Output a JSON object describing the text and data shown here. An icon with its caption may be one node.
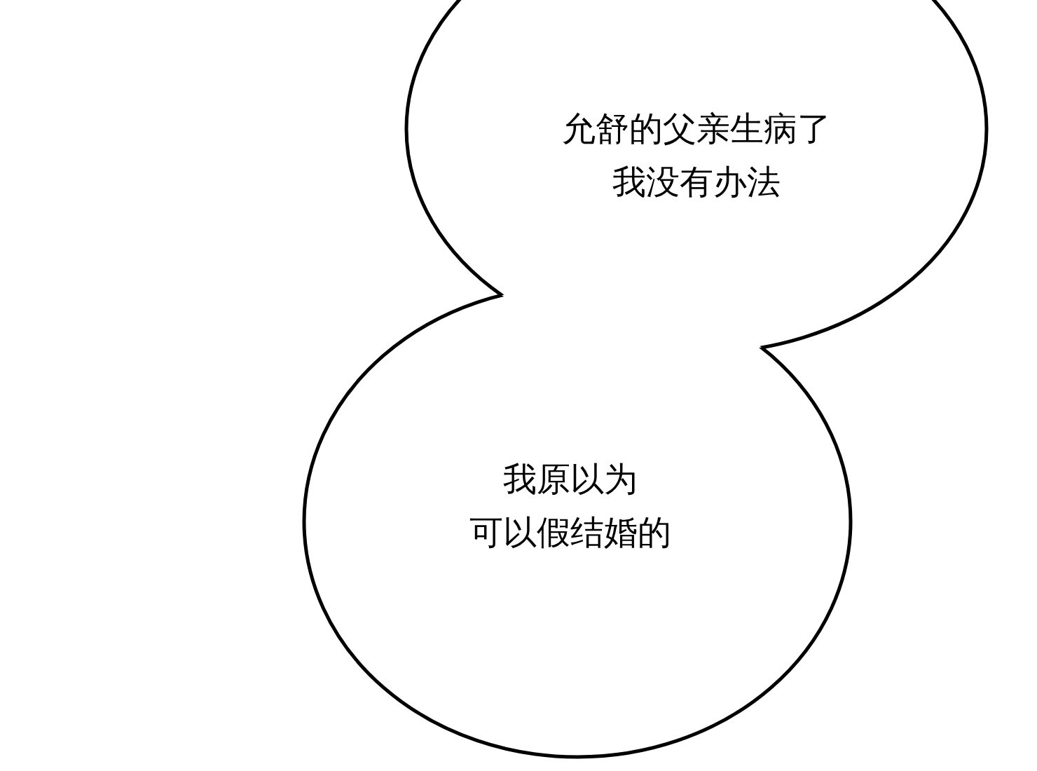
{
  "diagram": {
    "nodes": [
      {
        "text": [
          "允舒的父亲生病了",
          "我没有办法"
        ]
      },
      {
        "text": [
          "我原以为",
          "可以假结婚的"
        ]
      }
    ]
  }
}
